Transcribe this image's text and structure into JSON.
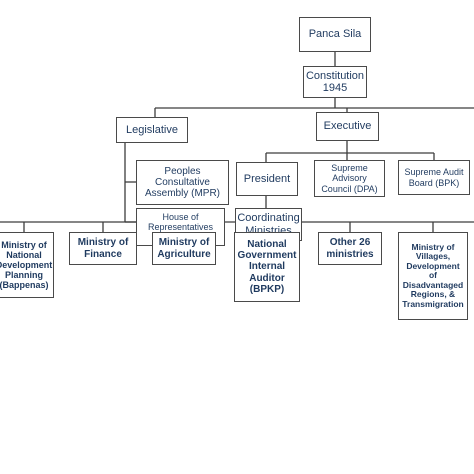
{
  "nodes": {
    "panca_sila": "Panca Sila",
    "constitution": "Constitution\n1945",
    "legislative": "Legislative",
    "executive": "Executive",
    "mpr": "Peoples\nConsultative\nAssembly (MPR)",
    "dpr": "House of\nRepresentatives\n(DPR)",
    "president": "President",
    "dpa": "Supreme\nAdvisory\nCouncil (DPA)",
    "bpk": "Supreme Audit\nBoard (BPK)",
    "coordinating": "Coordinating\nMinistries",
    "bappenas": "Ministry of\nNational\nDevelopment\nPlanning\n(Bappenas)",
    "finance": "Ministry of\nFinance",
    "agriculture": "Ministry of\nAgriculture",
    "bpkp": "National\nGovernment\nInternal\nAuditor\n(BPKP)",
    "other": "Other 26\nministries",
    "villages": "Ministry of\nVillages,\nDevelopment\nof\nDisadvantaged\nRegions, &\nTransmigration"
  },
  "colors": {
    "text": "#1f3a5f",
    "border": "#4a4a4a",
    "line": "#3d3d3d"
  }
}
